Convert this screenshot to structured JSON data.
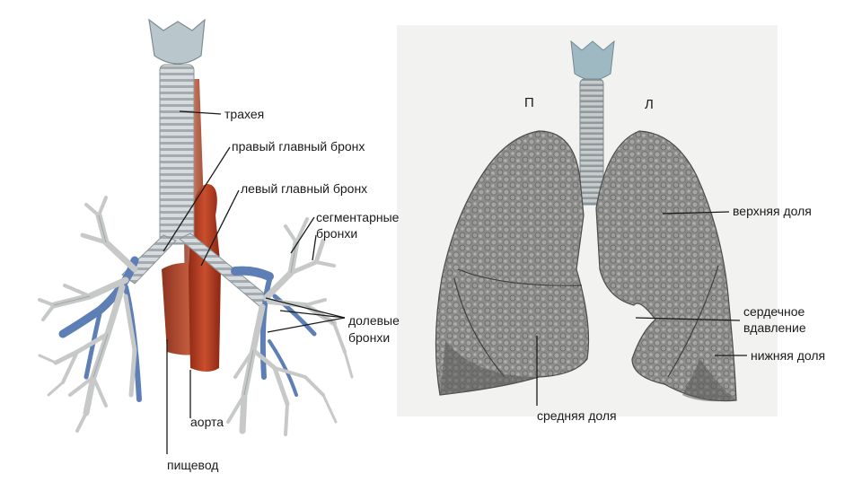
{
  "left_diagram": {
    "labels": {
      "trachea": "трахея",
      "right_main_bronchus": "правый главный бронх",
      "left_main_bronchus": "левый главный бронх",
      "segmental_bronchi_1": "сегментарные",
      "segmental_bronchi_2": "бронхи",
      "lobar_bronchi_1": "долевые",
      "lobar_bronchi_2": "бронхи",
      "aorta": "аорта",
      "esophagus": "пищевод"
    }
  },
  "right_diagram": {
    "side_marks": {
      "right": "П",
      "left": "Л"
    },
    "labels": {
      "upper_lobe": "верхняя доля",
      "cardiac_notch_1": "сердечное",
      "cardiac_notch_2": "вдавление",
      "lower_lobe": "нижняя доля",
      "middle_lobe": "средняя доля"
    }
  },
  "colors": {
    "trachea": "#c9ced2",
    "trachea_ring": "#9aa3a8",
    "aorta": "#b2391f",
    "esophagus": "#a8402a",
    "vein": "#5d7fb5",
    "bronchial_tree": "#d4d6d4",
    "lung": "#8a8a88",
    "lung_dark": "#5a5a58",
    "leader_line": "#1a1a1a"
  }
}
